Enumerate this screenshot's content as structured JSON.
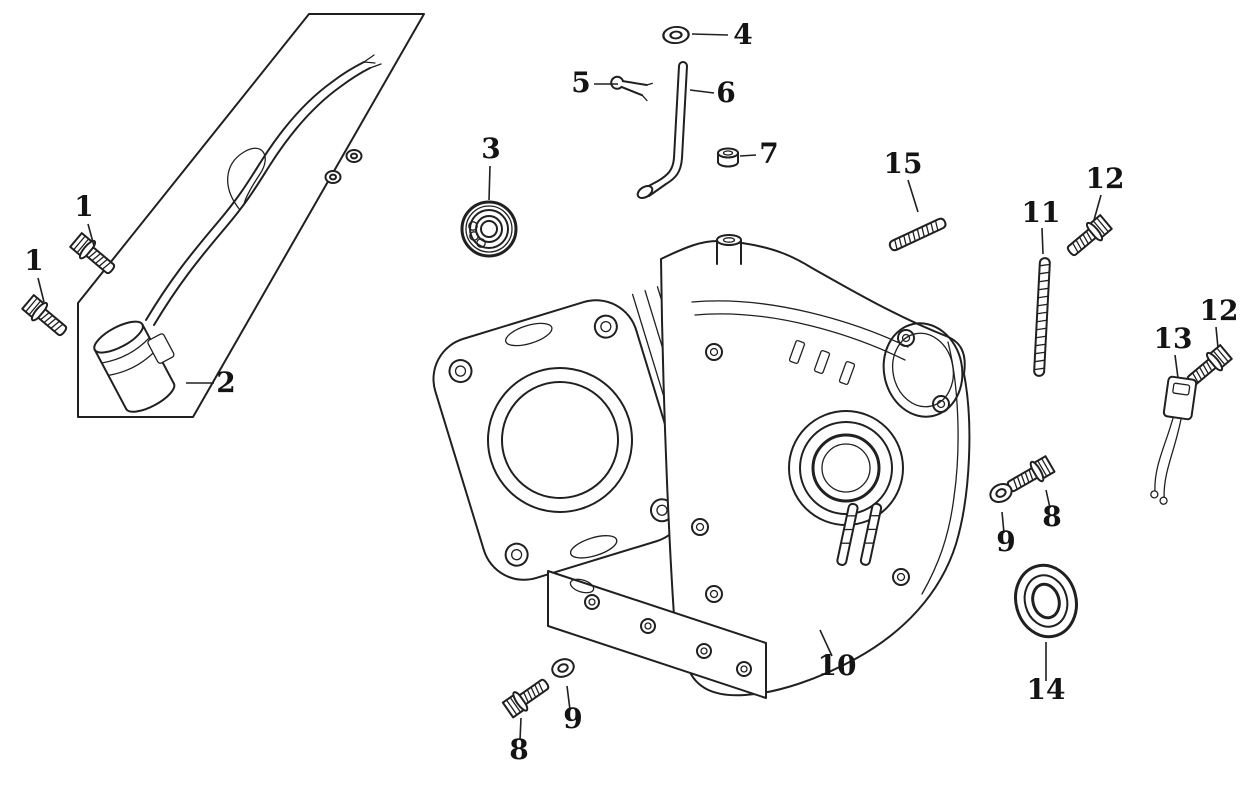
{
  "colors": {
    "background": "#ffffff",
    "line": "#202020",
    "label": "#141414"
  },
  "callouts": [
    {
      "id": "1a",
      "label": "1"
    },
    {
      "id": "1b",
      "label": "1"
    },
    {
      "id": "2",
      "label": "2"
    },
    {
      "id": "3",
      "label": "3"
    },
    {
      "id": "4",
      "label": "4"
    },
    {
      "id": "5",
      "label": "5"
    },
    {
      "id": "6",
      "label": "6"
    },
    {
      "id": "7",
      "label": "7"
    },
    {
      "id": "8a",
      "label": "8"
    },
    {
      "id": "8b",
      "label": "8"
    },
    {
      "id": "9a",
      "label": "9"
    },
    {
      "id": "9b",
      "label": "9"
    },
    {
      "id": "10",
      "label": "10"
    },
    {
      "id": "11",
      "label": "11"
    },
    {
      "id": "12a",
      "label": "12"
    },
    {
      "id": "12b",
      "label": "12"
    },
    {
      "id": "13",
      "label": "13"
    },
    {
      "id": "14",
      "label": "14"
    },
    {
      "id": "15",
      "label": "15"
    }
  ]
}
